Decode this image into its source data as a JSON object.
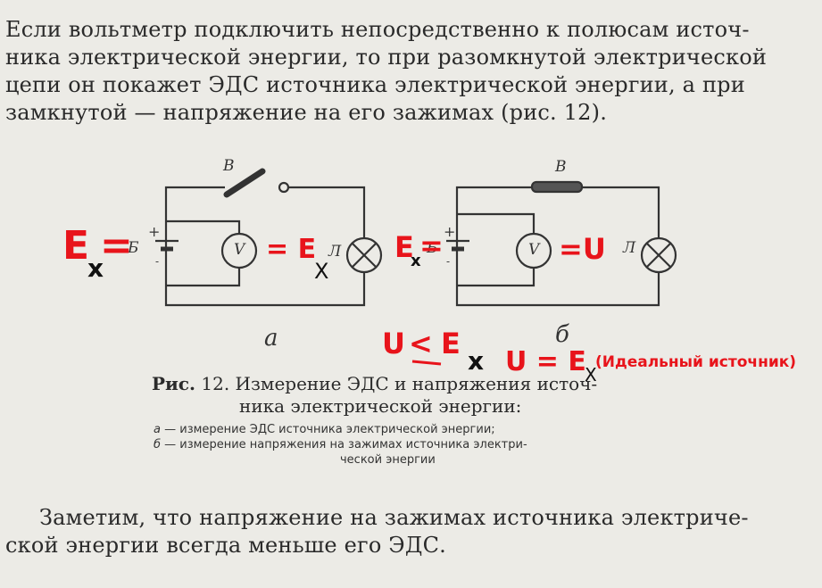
{
  "text_top": {
    "lines": [
      "Если вольтметр подключить непосредственно к полюсам источ-",
      "ника электрической энергии, то при разомкнутой электрической",
      "цепи он покажет ЭДС источника электрической энергии, а при",
      "замкнутой — напряжение на его зажимах (рис. 12)."
    ]
  },
  "figure": {
    "labels": {
      "switch_a": "В",
      "switch_b": "В",
      "battery_a": "Б",
      "battery_b": "Б",
      "plus_a": "+",
      "plus_b": "+",
      "minus_a": "-",
      "minus_b": "-",
      "voltmeter_a": "V",
      "voltmeter_b": "V",
      "lamp_a": "Л",
      "lamp_b": "Л",
      "sub_a": "а",
      "sub_b": "б"
    },
    "annotations": {
      "ex_left_e": "E",
      "ex_left_eq": "=",
      "ex_left_x": "x",
      "ex_mid_eq": "= E",
      "ex_mid_x": "X",
      "ex_right_e": "E",
      "ex_right_x": "x",
      "ex_right_eq": "=",
      "eq_u": "=U",
      "u_lt": "U",
      "lt_sign": "<",
      "u_lt_e": "E",
      "u_lt_x": "x",
      "u_eq": "U = E",
      "u_eq_x": "X",
      "ideal_note": "(Идеальный источник)"
    }
  },
  "caption": {
    "prefix": "Рис.",
    "number": "12.",
    "title_line1": "Измерение ЭДС и напряжения источ-",
    "title_line2": "ника электрической энергии:",
    "item_a_letter": "а",
    "item_a_text": "— измерение ЭДС источника электрической энергии;",
    "item_b_letter": "б",
    "item_b_text": "— измерение напряжения на зажимах источника электри-",
    "item_b_text2": "ческой энергии"
  },
  "text_bottom": {
    "lines": [
      "Заметим, что напряжение на зажимах источника электриче-",
      "ской энергии всегда меньше его ЭДС."
    ]
  }
}
